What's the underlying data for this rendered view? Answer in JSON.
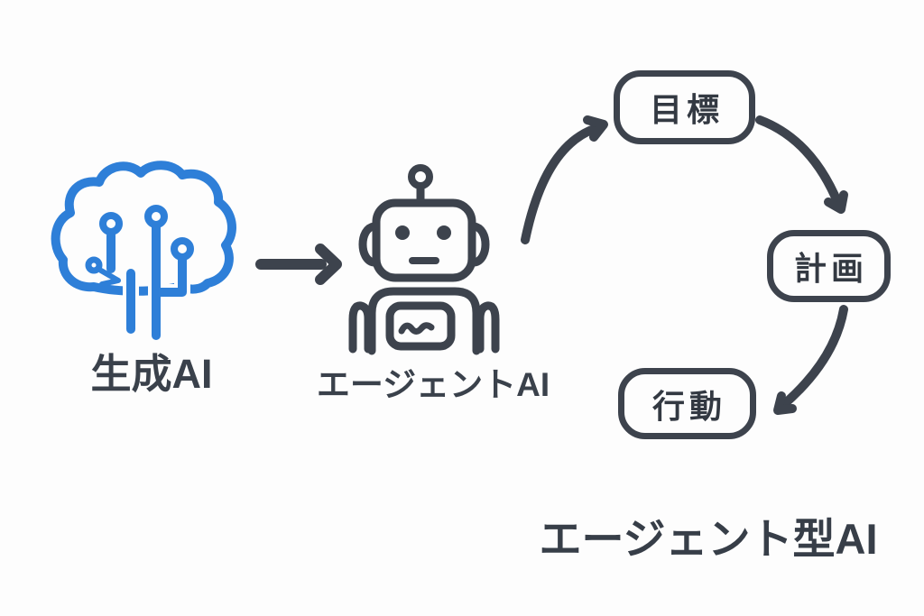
{
  "diagram": {
    "left_flow": {
      "source": {
        "icon": "circuit-brain-icon",
        "label": "生成AI"
      },
      "arrow_icon": "right-arrow-icon",
      "target": {
        "icon": "robot-icon",
        "label": "エージェントAI"
      }
    },
    "cycle": {
      "title": "エージェント型AI",
      "nodes": [
        {
          "id": "goal",
          "label": "目標"
        },
        {
          "id": "plan",
          "label": "計画"
        },
        {
          "id": "action",
          "label": "行動"
        }
      ],
      "arrows": [
        {
          "from": "agent",
          "to": "goal"
        },
        {
          "from": "goal",
          "to": "plan"
        },
        {
          "from": "plan",
          "to": "action"
        }
      ]
    },
    "colors": {
      "accent_blue": "#2e7fd8",
      "ink": "#3d434d",
      "background": "#fdfdfd"
    }
  }
}
